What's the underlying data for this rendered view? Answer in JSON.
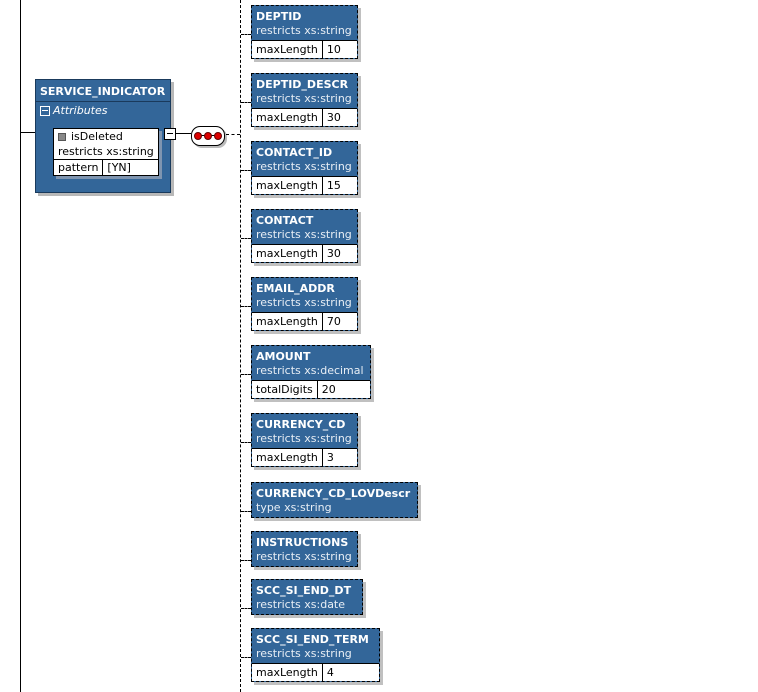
{
  "parent": {
    "name": "SERVICE_INDICATOR",
    "attributes_label": "Attributes",
    "attribute": {
      "name": "isDeleted",
      "restriction": "restricts xs:string",
      "facet_name": "pattern",
      "facet_value": "[YN]"
    }
  },
  "compositor": "sequence",
  "colors": {
    "element_fill": "#336699",
    "sequence_dots": "#dd0000"
  },
  "elements": [
    {
      "name": "DEPTID",
      "type": "restricts xs:string",
      "facet_name": "maxLength",
      "facet_value": "10"
    },
    {
      "name": "DEPTID_DESCR",
      "type": "restricts xs:string",
      "facet_name": "maxLength",
      "facet_value": "30"
    },
    {
      "name": "CONTACT_ID",
      "type": "restricts xs:string",
      "facet_name": "maxLength",
      "facet_value": "15"
    },
    {
      "name": "CONTACT",
      "type": "restricts xs:string",
      "facet_name": "maxLength",
      "facet_value": "30"
    },
    {
      "name": "EMAIL_ADDR",
      "type": "restricts xs:string",
      "facet_name": "maxLength",
      "facet_value": "70"
    },
    {
      "name": "AMOUNT",
      "type": "restricts xs:decimal",
      "facet_name": "totalDigits",
      "facet_value": "20"
    },
    {
      "name": "CURRENCY_CD",
      "type": "restricts xs:string",
      "facet_name": "maxLength",
      "facet_value": "3"
    },
    {
      "name": "CURRENCY_CD_LOVDescr",
      "type": "type xs:string"
    },
    {
      "name": "INSTRUCTIONS",
      "type": "restricts xs:string"
    },
    {
      "name": "SCC_SI_END_DT",
      "type": "restricts xs:date"
    },
    {
      "name": "SCC_SI_END_TERM",
      "type": "restricts xs:string",
      "facet_name": "maxLength",
      "facet_value": "4"
    }
  ]
}
